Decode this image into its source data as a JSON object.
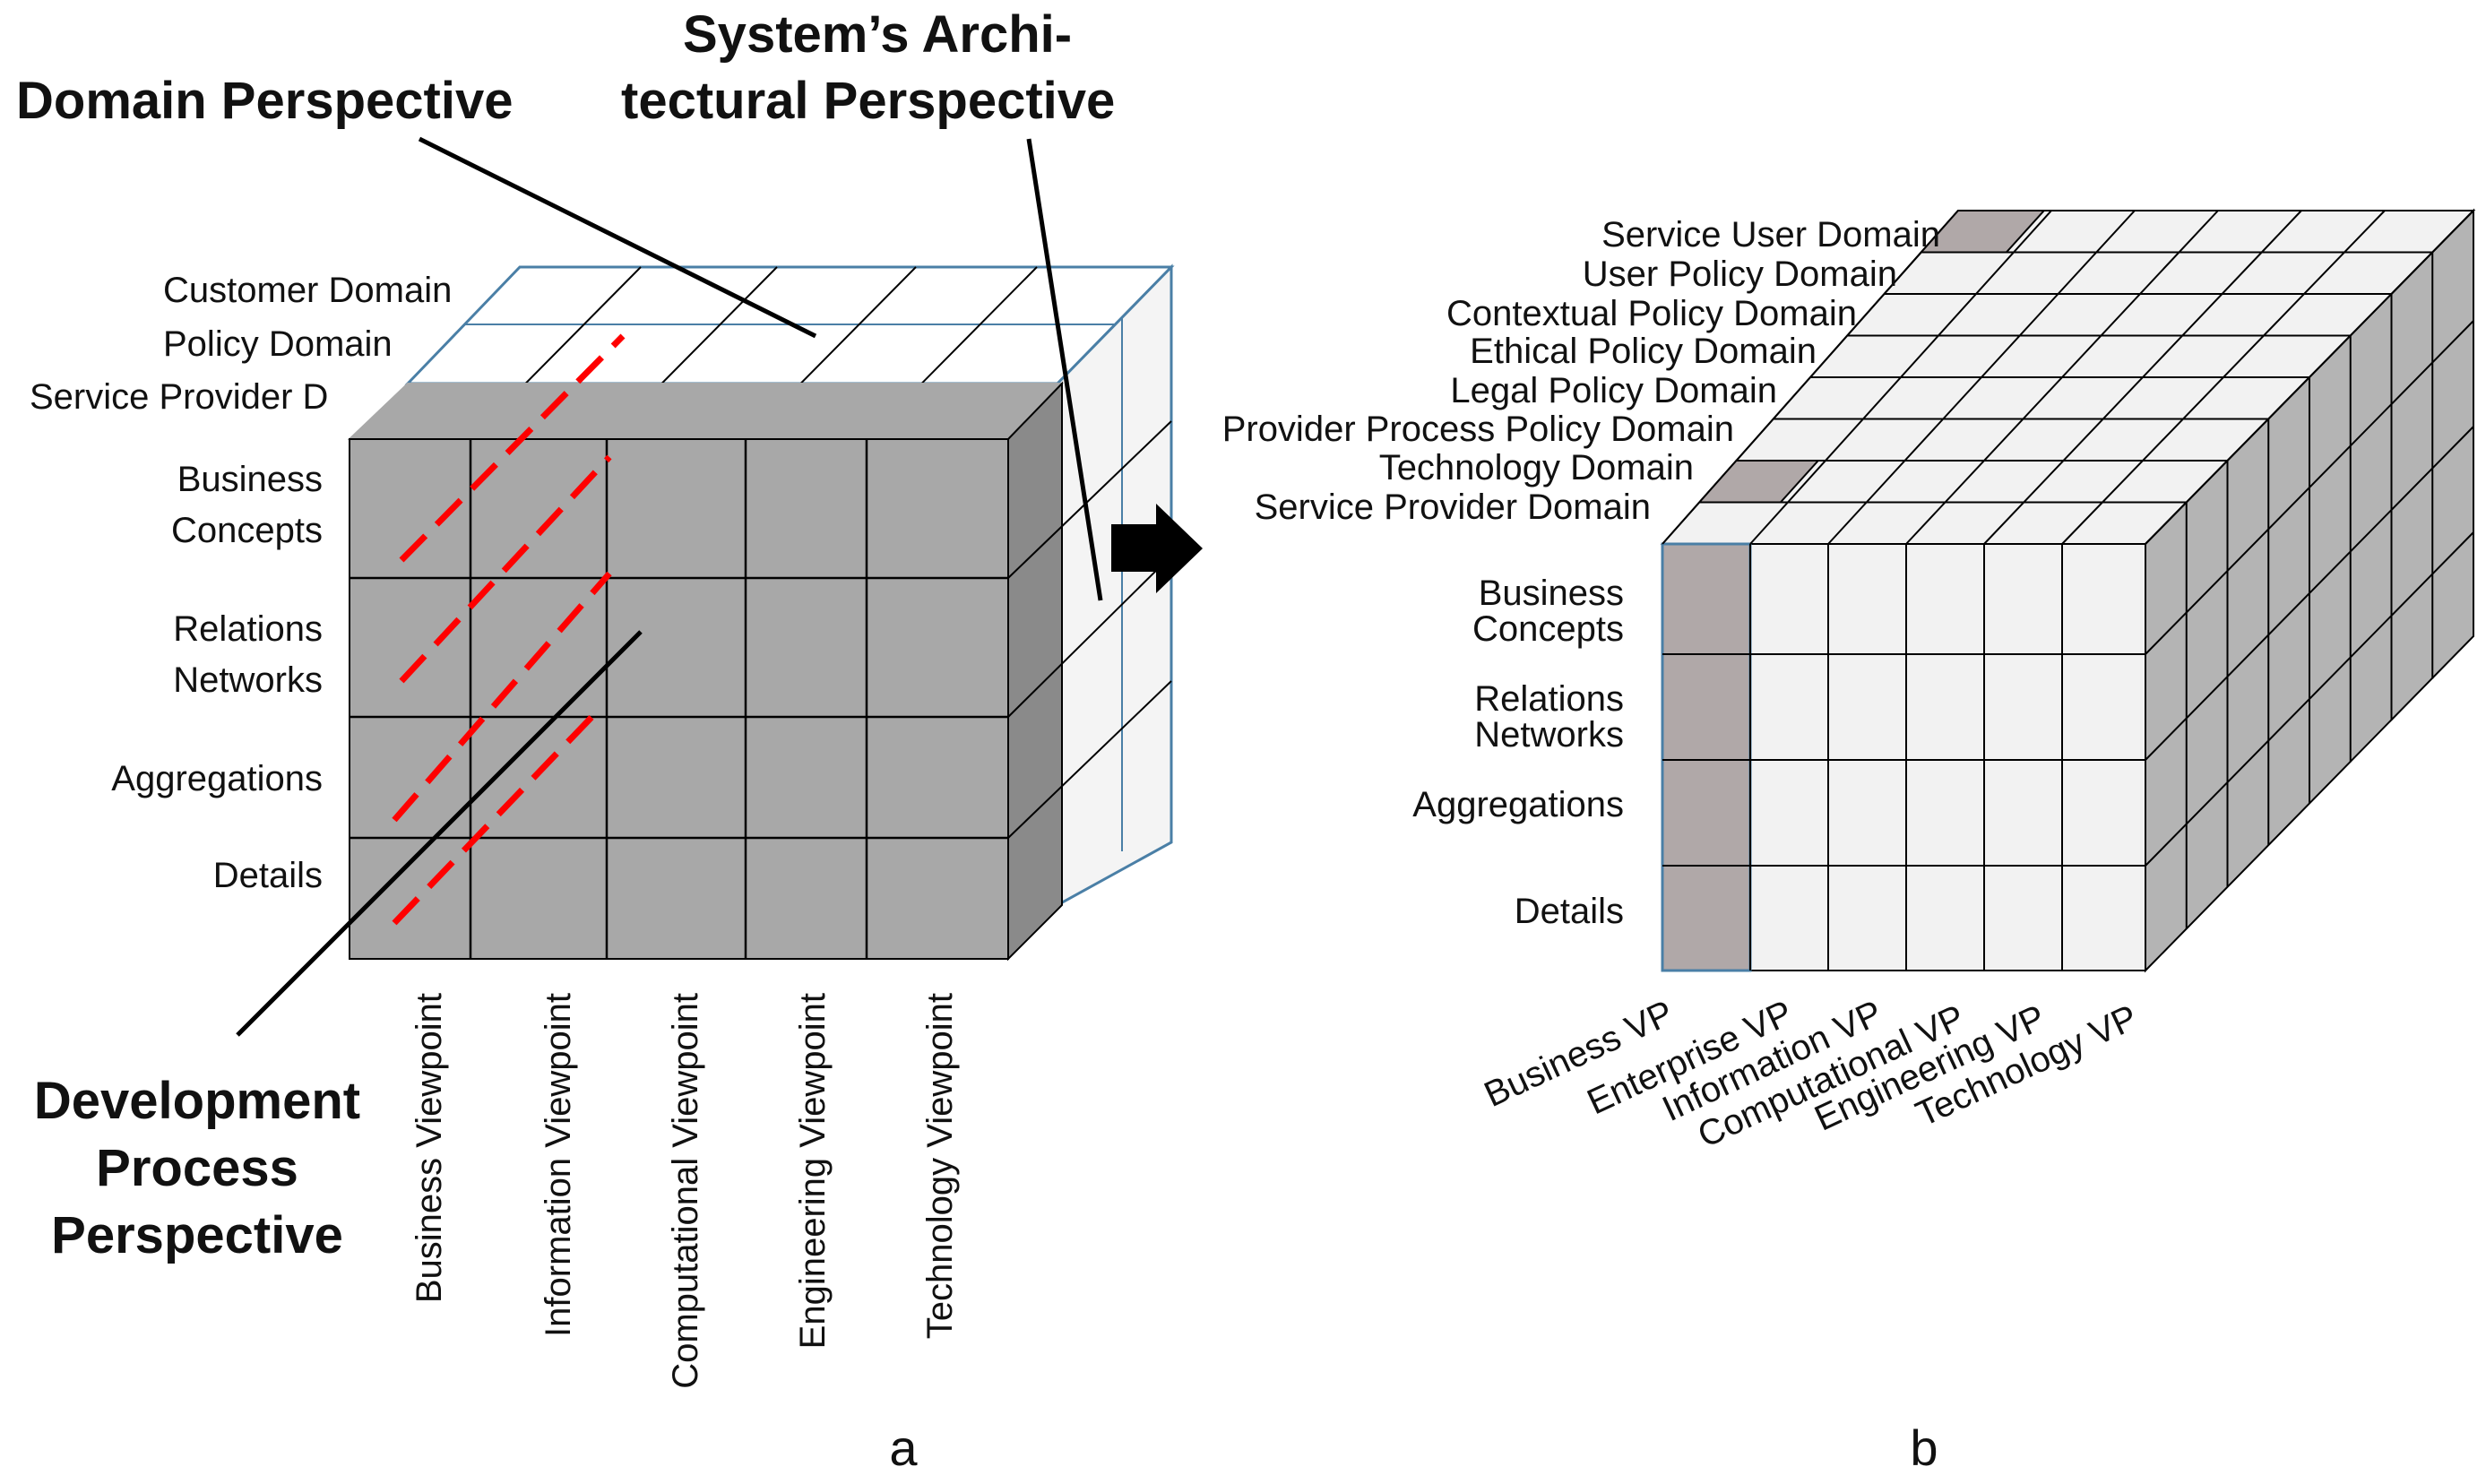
{
  "panel_a": {
    "caption": "a",
    "perspectives": {
      "domain": "Domain Perspective",
      "system_line1": "System’s Archi-",
      "system_line2": "tectural Perspective",
      "dev_line1": "Development",
      "dev_line2": "Process",
      "dev_line3": "Perspective"
    },
    "domains": [
      "Customer Domain",
      "Policy Domain",
      "Service Provider D"
    ],
    "rows": [
      [
        "Business",
        "Concepts"
      ],
      [
        "Relations",
        "Networks"
      ],
      [
        "Aggregations"
      ],
      [
        "Details"
      ]
    ],
    "viewpoints": [
      "Business Viewpoint",
      "Information Viewpoint",
      "Computational Viewpoint",
      "Engineering Viewpoint",
      "Technology Viewpoint"
    ]
  },
  "panel_b": {
    "caption": "b",
    "domains": [
      "Service User Domain",
      "User Policy Domain",
      "Contextual Policy Domain",
      "Ethical Policy Domain",
      "Legal Policy Domain",
      "Provider Process Policy Domain",
      "Technology Domain",
      "Service Provider Domain"
    ],
    "rows": [
      [
        "Business",
        "Concepts"
      ],
      [
        "Relations",
        "Networks"
      ],
      [
        "Aggregations"
      ],
      [
        "Details"
      ]
    ],
    "viewpoints": [
      "Business VP",
      "Enterprise VP",
      "Information VP",
      "Computational VP",
      "Engineering VP",
      "Technology VP"
    ]
  },
  "colors": {
    "grey_face": "#a8a8a8",
    "grey_side": "#8a8a8a",
    "light_face": "#f2f2f2",
    "highlight": "#b0a8a8",
    "outline_blue": "#4a7fa6",
    "dash_red": "#ff0000",
    "black": "#000000"
  }
}
